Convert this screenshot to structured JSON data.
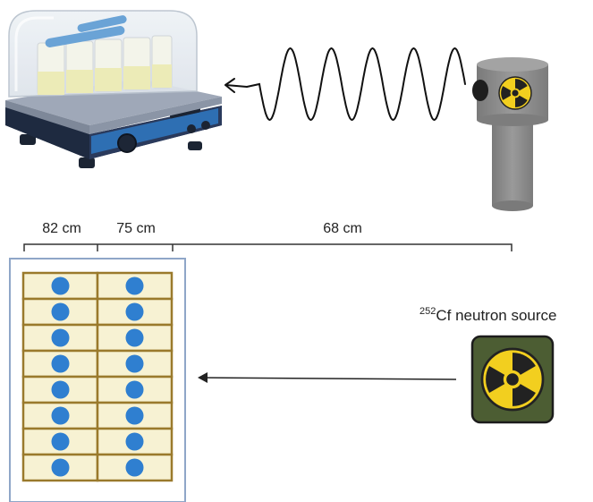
{
  "dimensions": [
    {
      "label": "82 cm"
    },
    {
      "label": "75 cm"
    },
    {
      "label": "68 cm"
    }
  ],
  "source_label": {
    "superscript": "252",
    "text": "Cf neutron source"
  },
  "plate": {
    "rows": 8,
    "columns": 2
  },
  "colors": {
    "wave": "#111111",
    "well_dot": "#2f7fd0",
    "well_fill": "#f7f2d3",
    "well_border": "#9a7a2c",
    "plate_border": "#8fa6c8",
    "radiation_yellow": "#f2cf1f",
    "source_panel": "#4c5d33",
    "cylinder_gray": "#8c8c8c"
  },
  "icons": [
    "shaker-incubator-icon",
    "radiation-icon",
    "neutron-source-cylinder-icon",
    "well-plate-icon"
  ]
}
